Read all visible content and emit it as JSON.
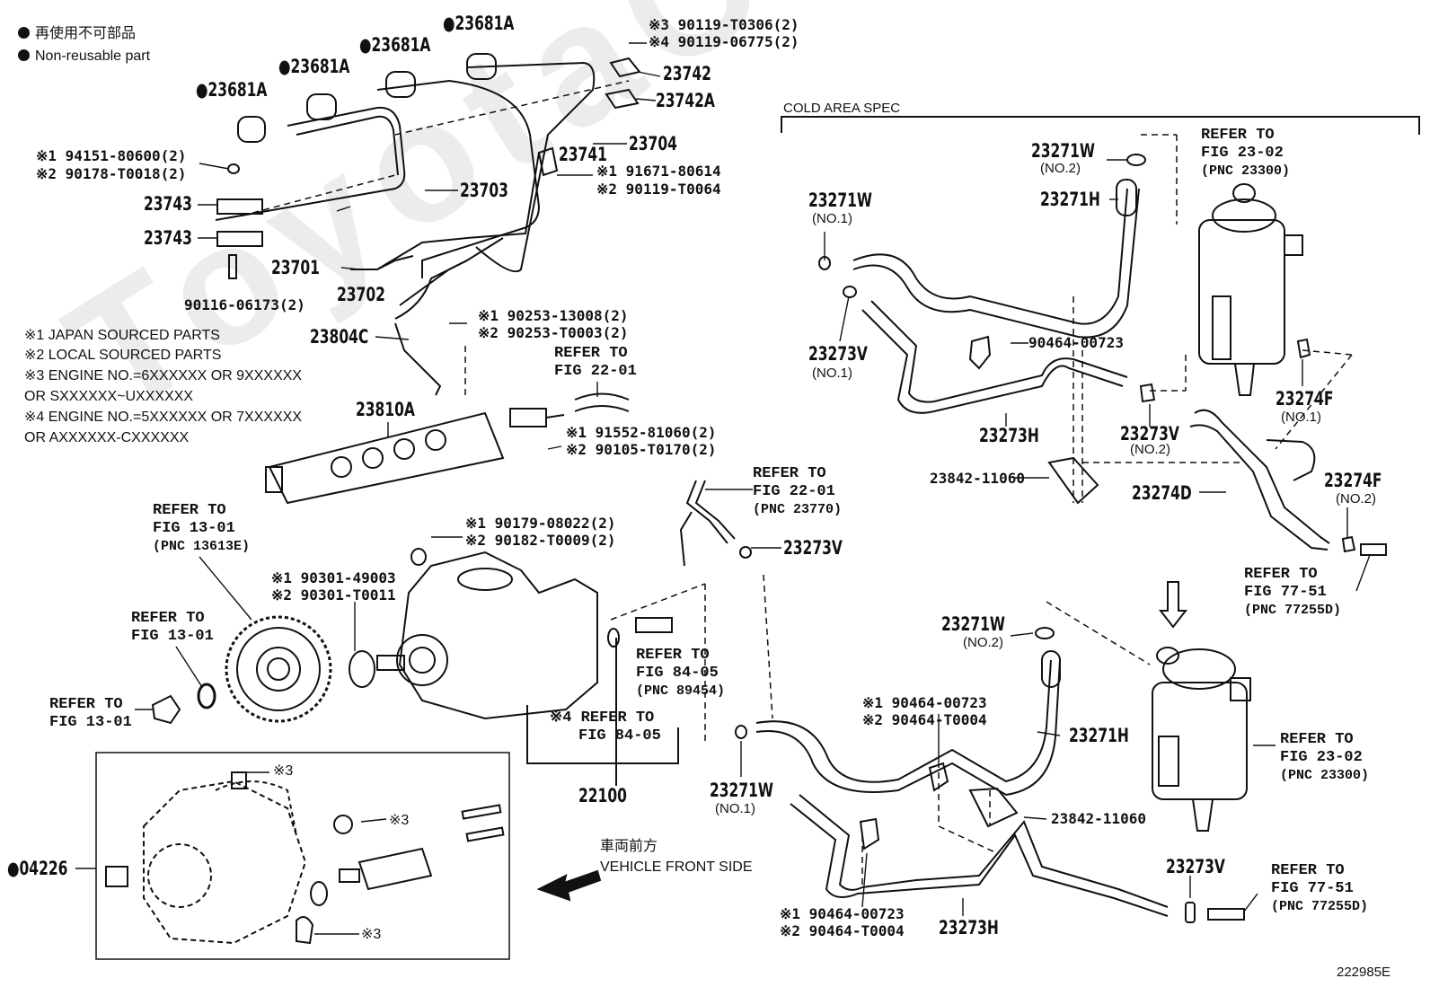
{
  "watermark": "ToyotaCarMine.ru",
  "legend": {
    "jp": "再使用不可部品",
    "en": "Non-reusable part"
  },
  "notes": [
    "※1 JAPAN SOURCED PARTS",
    "※2 LOCAL SOURCED PARTS",
    "※3 ENGINE NO.=6XXXXXX OR 9XXXXXX",
    "OR SXXXXXX~UXXXXXX",
    "※4 ENGINE NO.=5XXXXXX OR 7XXXXXX",
    "OR AXXXXXX-CXXXXXX"
  ],
  "cold_area_spec": "COLD AREA SPEC",
  "vehicle_front": {
    "jp": "車両前方",
    "en": "VEHICLE FRONT SIDE"
  },
  "figure_id": "222985E",
  "parts": {
    "p23681A_1": "●23681A",
    "p23681A_2": "●23681A",
    "p23681A_3": "●23681A",
    "p23681A_4": "●23681A",
    "p90119_3": "※3 90119-T0306(2)",
    "p90119_4": "※4 90119-06775(2)",
    "p23742": "23742",
    "p23742A": "23742A",
    "p23741": "23741",
    "p23704": "23704",
    "p91671_1": "※1 91671-80614",
    "p90119_2": "※2 90119-T0064",
    "p94151_1": "※1 94151-80600(2)",
    "p90178_2": "※2 90178-T0018(2)",
    "p23743_a": "23743",
    "p23743_b": "23743",
    "p23703": "23703",
    "p23701": "23701",
    "p23702": "23702",
    "p90116": "90116-06173(2)",
    "p23804C": "23804C",
    "p90253_1": "※1 90253-13008(2)",
    "p90253_2": "※2 90253-T0003(2)",
    "p23810A": "23810A",
    "p91552_1": "※1 91552-81060(2)",
    "p90105_2": "※2 90105-T0170(2)",
    "p90179_1": "※1 90179-08022(2)",
    "p90182_2": "※2 90182-T0009(2)",
    "p90301_1": "※1 90301-49003",
    "p90301_2": "※2 90301-T0011",
    "p22100": "22100",
    "p04226": "●04226",
    "p23273V_mid": "23273V",
    "p23271W_mid": "23271W",
    "p23271W_mid_no": "(NO.1)",
    "k3_a": "※3",
    "k3_b": "※3",
    "k3_c": "※3",
    "c23271W_no2": "23271W",
    "c23271W_no2_sub": "(NO.2)",
    "c23271H": "23271H",
    "c23271W_no1": "23271W",
    "c23271W_no1_sub": "(NO.1)",
    "c23273V_no1": "23273V",
    "c23273V_no1_sub": "(NO.1)",
    "c90464": "90464-00723",
    "c23273H": "23273H",
    "c23273V_no2": "23273V",
    "c23273V_no2_sub": "(NO.2)",
    "c23842": "23842-11060",
    "c23274F_no1": "23274F",
    "c23274F_no1_sub": "(NO.1)",
    "c23274D": "23274D",
    "c23274F_no2": "23274F",
    "c23274F_no2_sub": "(NO.2)",
    "s23271W_no2": "23271W",
    "s23271W_no2_sub": "(NO.2)",
    "s90464_1": "※1 90464-00723",
    "s90464_2": "※2 90464-T0004",
    "s23271H": "23271H",
    "s23842": "23842-11060",
    "s23273V": "23273V",
    "s90464b_1": "※1 90464-00723",
    "s90464b_2": "※2 90464-T0004",
    "s23273H": "23273H",
    "s23271W_no1": "23271W",
    "s23271W_no1_sub": "(NO.1)"
  },
  "refers": {
    "r22_01a": [
      "REFER TO",
      "FIG 22-01"
    ],
    "r22_01b": [
      "REFER TO",
      "FIG 22-01",
      "(PNC 23770)"
    ],
    "r13_01a": [
      "REFER TO",
      "FIG 13-01",
      "(PNC 13613E)"
    ],
    "r13_01b": [
      "REFER TO",
      "FIG 13-01"
    ],
    "r13_01c": [
      "REFER TO",
      "FIG 13-01"
    ],
    "r84_05a": [
      "REFER TO",
      "FIG 84-05",
      "(PNC 89454)"
    ],
    "r84_05b": [
      "※4 REFER TO",
      "FIG 84-05"
    ],
    "r23_02a": [
      "REFER TO",
      "FIG 23-02",
      "(PNC 23300)"
    ],
    "r77_51a": [
      "REFER TO",
      "FIG 77-51",
      "(PNC 77255D)"
    ],
    "r23_02b": [
      "REFER TO",
      "FIG 23-02",
      "(PNC 23300)"
    ],
    "r77_51b": [
      "REFER TO",
      "FIG 77-51",
      "(PNC 77255D)"
    ]
  }
}
